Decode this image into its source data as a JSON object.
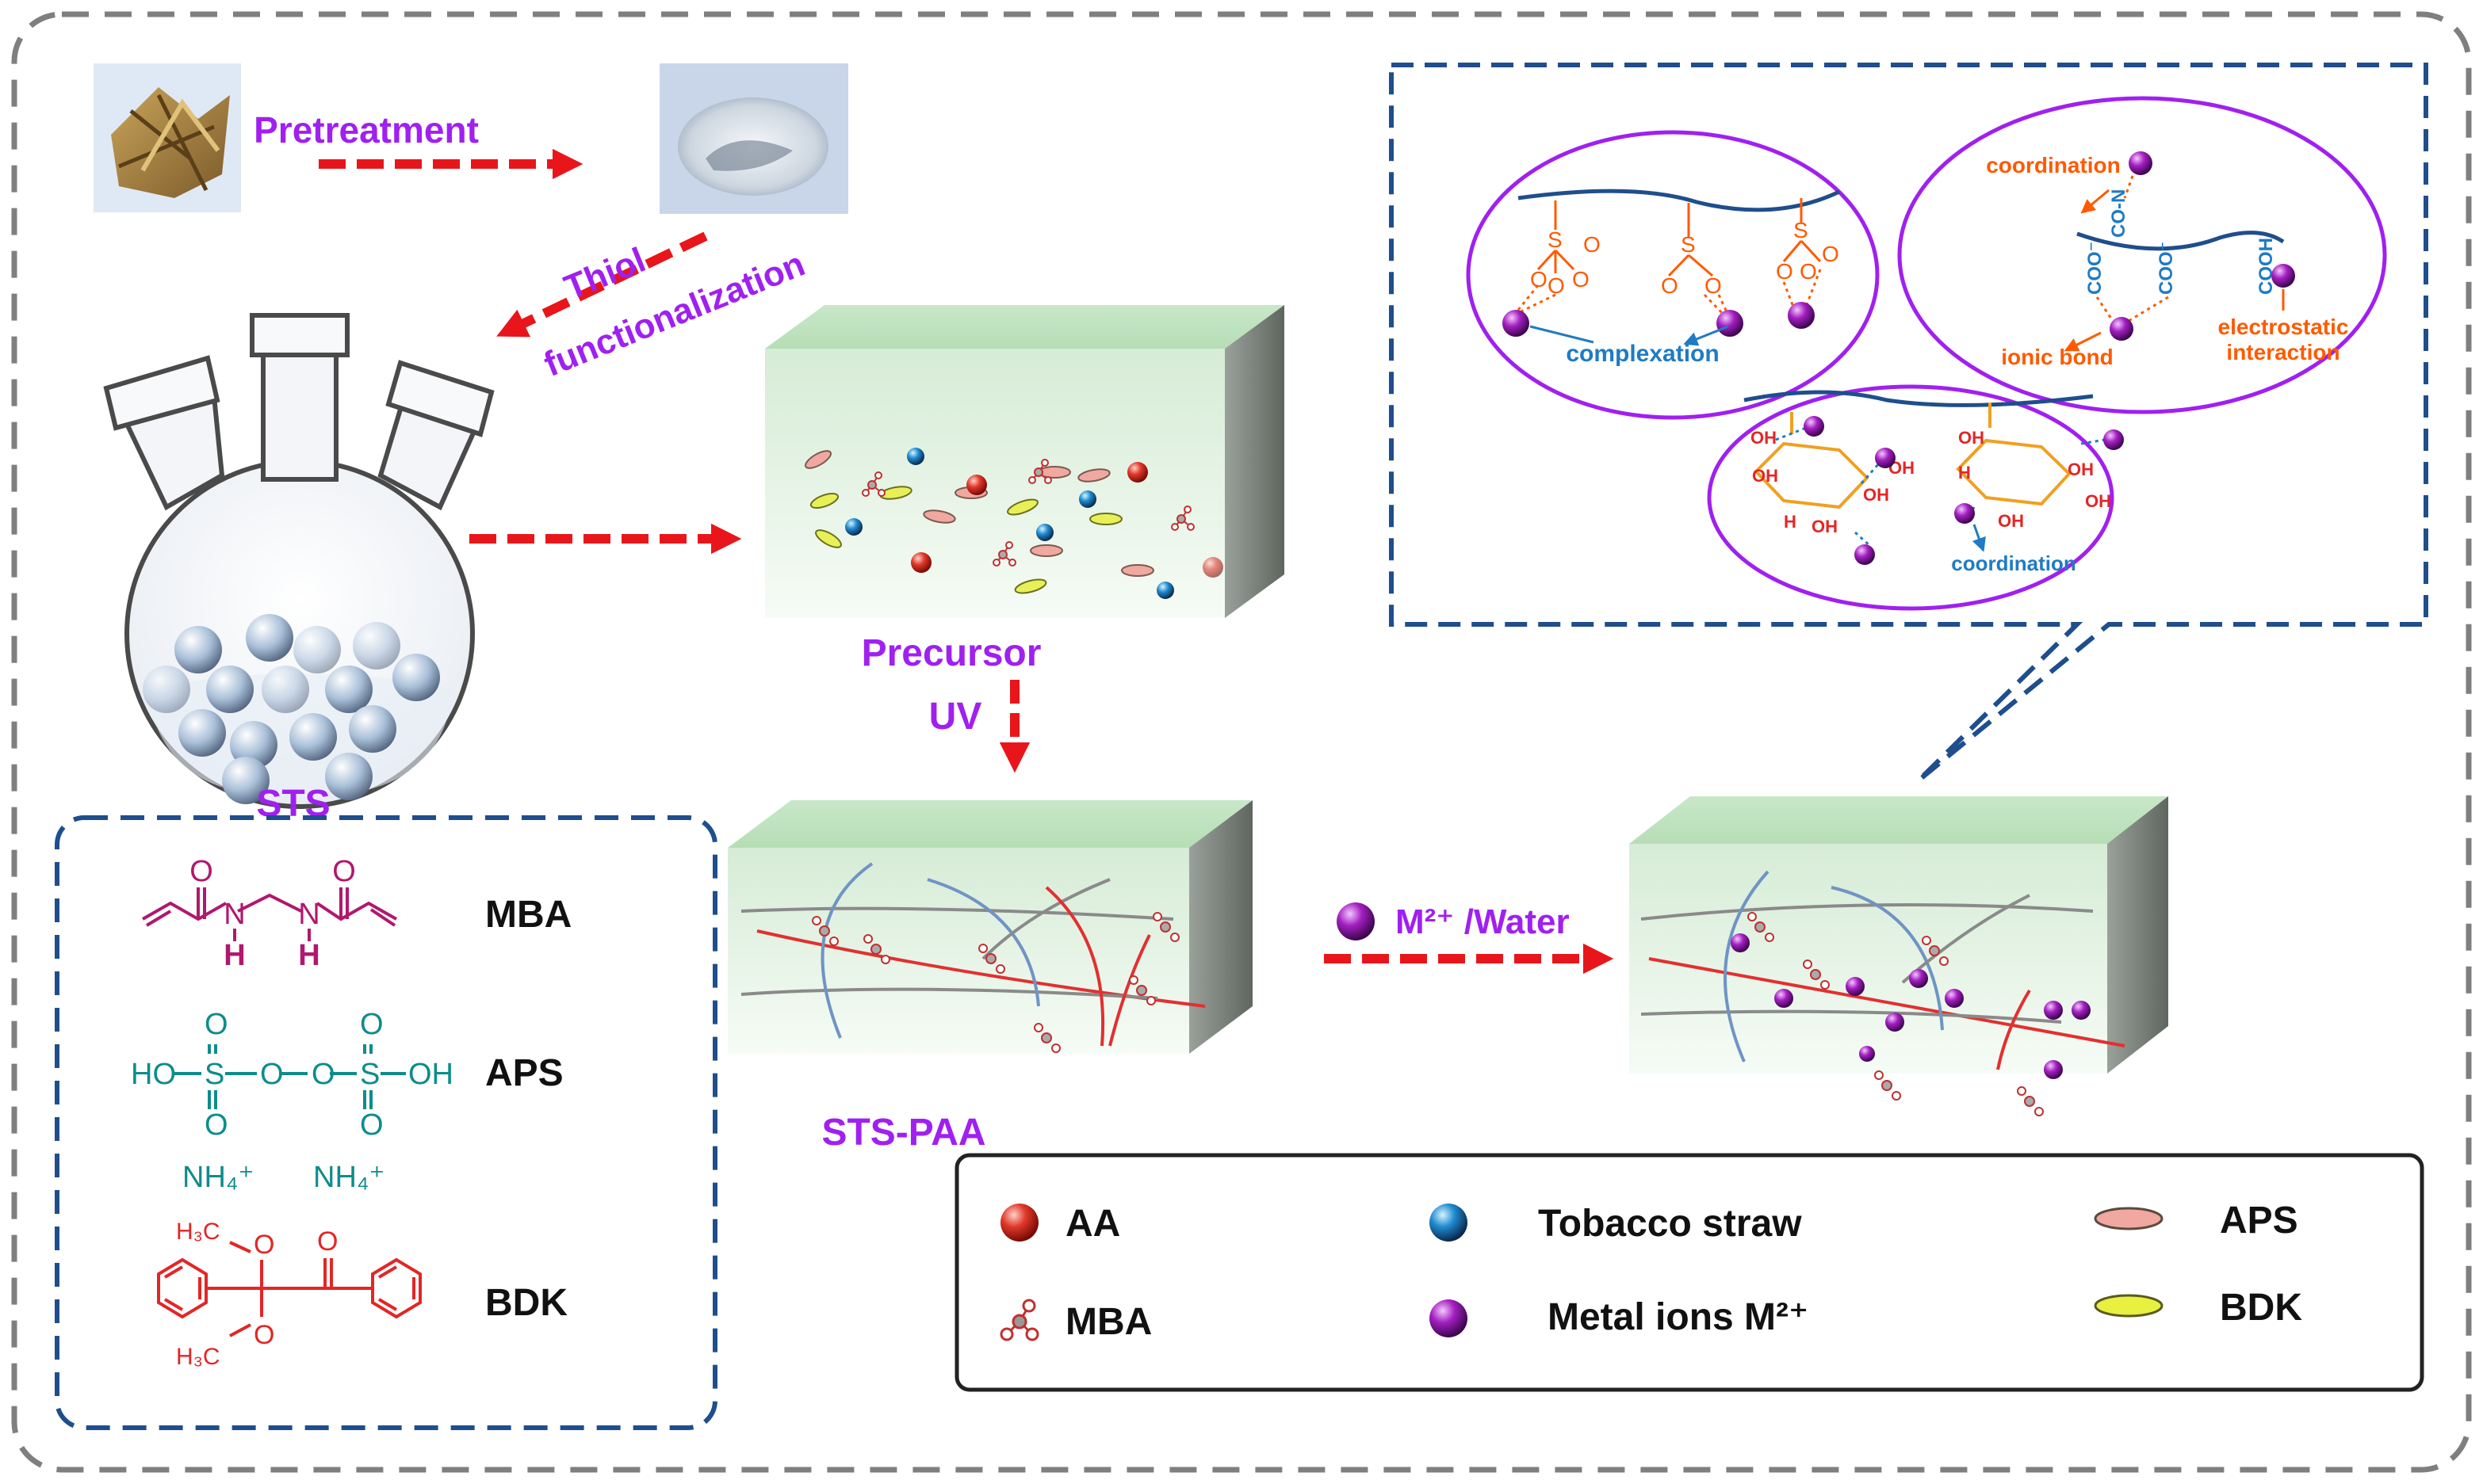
{
  "process": {
    "pretreatment": "Pretreatment",
    "thiol_line1": "Thiol",
    "thiol_line2": "functionalization",
    "sts": "STS",
    "precursor": "Precursor",
    "uv": "UV",
    "sts_paa": "STS-PAA",
    "m2_water": "M²⁺ /Water"
  },
  "reagents": {
    "mba": "MBA",
    "aps": "APS",
    "bdk": "BDK",
    "mba_atoms": {
      "o": "O",
      "n": "N",
      "h": "H"
    },
    "aps_atoms": {
      "ho": "HO",
      "s": "S",
      "o": "O",
      "oh": "OH",
      "nh4": "NH₄⁺"
    },
    "bdk_atoms": {
      "h3c": "H₃C",
      "o": "O"
    }
  },
  "mechanism": {
    "complexation": "complexation",
    "coordination_top": "coordination",
    "ionic_bond": "ionic bond",
    "electrostatic_line1": "electrostatic",
    "electrostatic_line2": "interaction",
    "coordination_bottom": "coordination",
    "atoms": {
      "s": "S",
      "o": "O",
      "oh": "OH",
      "h": "H",
      "coo": "COO⁻",
      "cooh": "COOH",
      "cooxn": "CO-N"
    }
  },
  "legend": {
    "aa": "AA",
    "mba": "MBA",
    "tobacco": "Tobacco straw",
    "metal": "Metal ions M²⁺",
    "aps": "APS",
    "bdk": "BDK"
  },
  "colors": {
    "process_text": "#a020f0",
    "arrow_red": "#e8161b",
    "frame_blue": "#1f4e8c",
    "frame_gray": "#7f7f7f",
    "box_green": "#d6f0d6",
    "mba_magenta": "#b0186e",
    "aps_teal": "#0e8c8c",
    "bdk_red": "#e32626",
    "metal_purple": "#9a1ab0",
    "mech_orange": "#ff5a00",
    "mech_blue": "#1f7bc4"
  }
}
